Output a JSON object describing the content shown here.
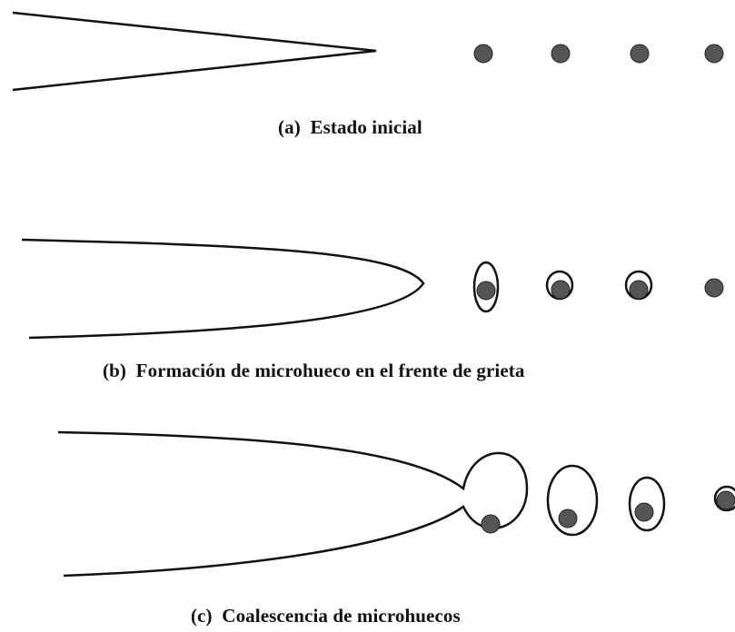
{
  "captions": {
    "a": "(a)  Estado inicial",
    "b": "(b)  Formación de microhueco en el frente de grieta",
    "c": "(c)  Coalescencia de microhuecos"
  },
  "colors": {
    "line": "#111111",
    "particle": "#555555",
    "background": "#ffffff"
  }
}
